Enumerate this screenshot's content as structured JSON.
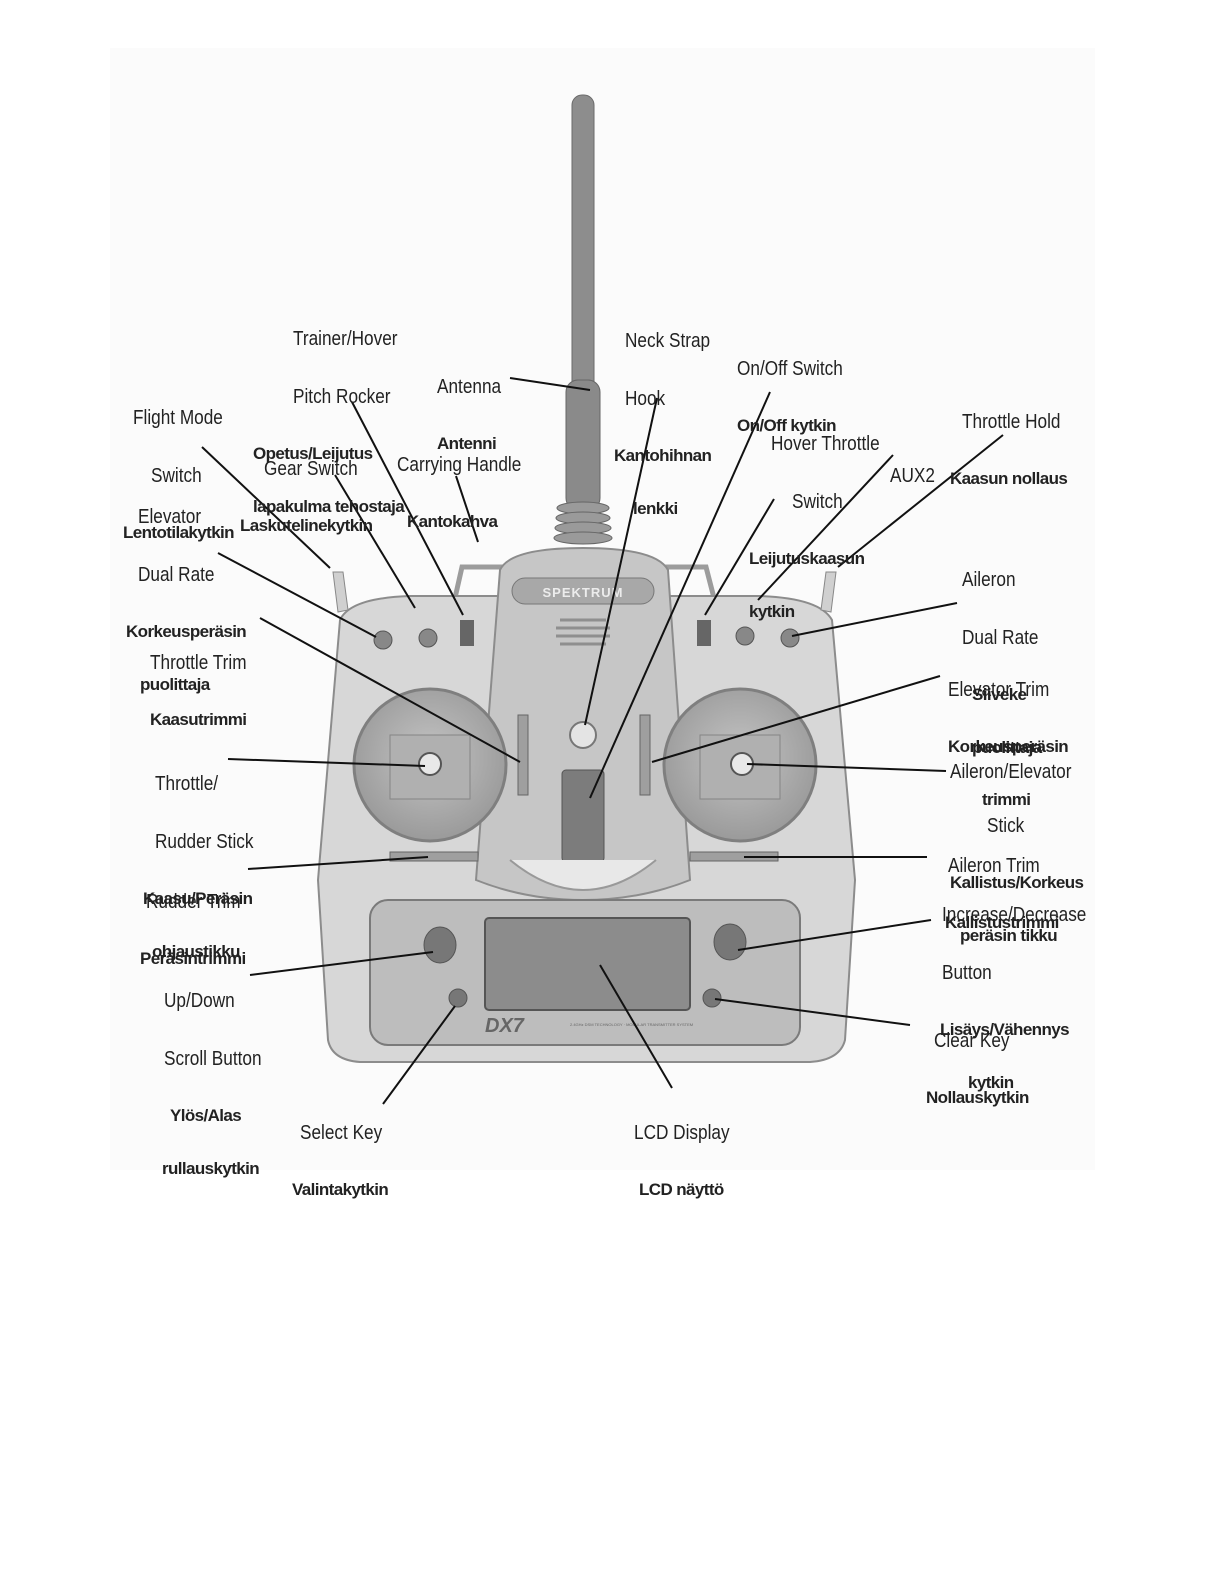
{
  "product": {
    "brand": "SPEKTRUM",
    "model": "DX7",
    "subtitle": "2.4GHz DSM TECHNOLOGY · MODULAR TRANSMITTER SYSTEM"
  },
  "labels": [
    {
      "key": "trainer",
      "en": [
        "Trainer/Hover",
        "Pitch Rocker"
      ],
      "fi": [
        "Opetus/Leijutus",
        "lapakulma tehostaja"
      ]
    },
    {
      "key": "antenna",
      "en": [
        "Antenna"
      ],
      "fi": [
        "Antenni"
      ]
    },
    {
      "key": "neckstrap",
      "en": [
        "Neck Strap",
        "Hook"
      ],
      "fi": [
        "Kantohihnan",
        "lenkki"
      ]
    },
    {
      "key": "onoff",
      "en": [
        "On/Off Switch"
      ],
      "fi": [
        "On/Off kytkin"
      ]
    },
    {
      "key": "flightmode",
      "en": [
        "Flight Mode",
        "Switch"
      ],
      "fi": [
        "Lentotilakytkin"
      ]
    },
    {
      "key": "gear",
      "en": [
        "Gear Switch"
      ],
      "fi": [
        "Laskutelinekytkin"
      ]
    },
    {
      "key": "handle",
      "en": [
        "Carrying Handle"
      ],
      "fi": [
        "Kantokahva"
      ]
    },
    {
      "key": "hover",
      "en": [
        "Hover Throttle",
        "Switch"
      ],
      "fi": [
        "Leijutuskaasun",
        "kytkin"
      ]
    },
    {
      "key": "aux2",
      "en": [
        "AUX2"
      ],
      "fi": []
    },
    {
      "key": "throttlehold",
      "en": [
        "Throttle Hold"
      ],
      "fi": [
        "Kaasun nollaus"
      ]
    },
    {
      "key": "elevdr",
      "en": [
        "Elevator",
        "Dual Rate"
      ],
      "fi": [
        "Korkeusperäsin",
        "puolittaja"
      ]
    },
    {
      "key": "ailerondr",
      "en": [
        "Aileron",
        "Dual Rate"
      ],
      "fi": [
        "Siiveke",
        "puolittaja"
      ]
    },
    {
      "key": "throttletrim",
      "en": [
        "Throttle Trim"
      ],
      "fi": [
        "Kaasutrimmi"
      ]
    },
    {
      "key": "elevtrim",
      "en": [
        "Elevator Trim"
      ],
      "fi": [
        "Korkeusperäsin",
        "trimmi"
      ]
    },
    {
      "key": "throttlestick",
      "en": [
        "Throttle/",
        "Rudder Stick"
      ],
      "fi": [
        "Kaasu/Peräsin",
        "ohjaustikku"
      ]
    },
    {
      "key": "ailstick",
      "en": [
        "Aileron/Elevator",
        "Stick"
      ],
      "fi": [
        "Kallistus/Korkeus",
        "peräsin tikku"
      ]
    },
    {
      "key": "ruddertrim",
      "en": [
        "Rudder Trim"
      ],
      "fi": [
        "Peräsintrimmi"
      ]
    },
    {
      "key": "ailtrim",
      "en": [
        "Aileron Trim"
      ],
      "fi": [
        "Kallistustrimmi"
      ]
    },
    {
      "key": "incdec",
      "en": [
        "Increase/Decrease",
        "Button"
      ],
      "fi": [
        "Lisäys/Vähennys",
        "kytkin"
      ]
    },
    {
      "key": "updown",
      "en": [
        "Up/Down",
        "Scroll Button"
      ],
      "fi": [
        "Ylös/Alas",
        "rullauskytkin"
      ]
    },
    {
      "key": "clear",
      "en": [
        "Clear Key"
      ],
      "fi": [
        "Nollauskytkin"
      ]
    },
    {
      "key": "select",
      "en": [
        "Select Key"
      ],
      "fi": [
        "Valintakytkin"
      ]
    },
    {
      "key": "lcd",
      "en": [
        "LCD Display"
      ],
      "fi": [
        "LCD näyttö"
      ]
    }
  ]
}
